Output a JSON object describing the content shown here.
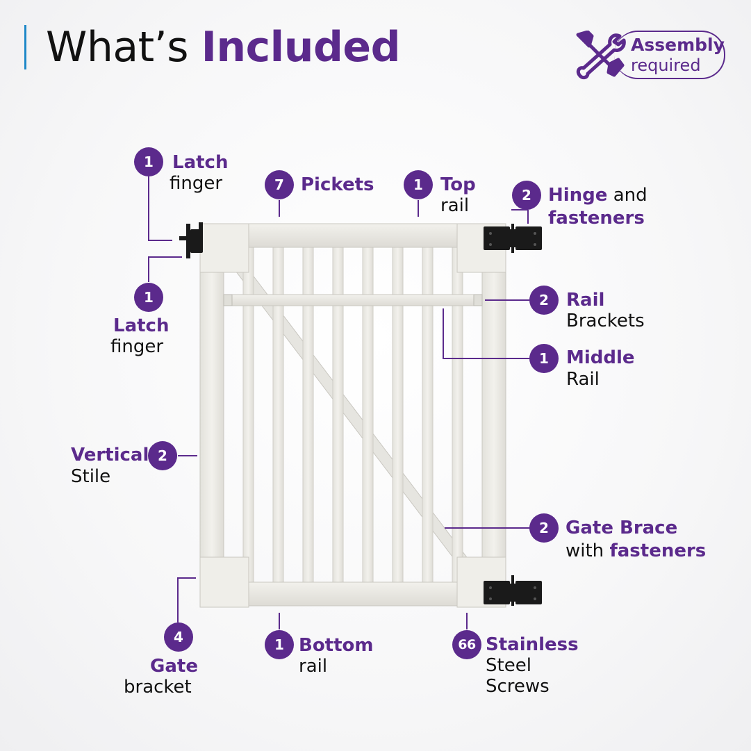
{
  "header": {
    "title_light": "What’s",
    "title_bold": "Included",
    "assembly_line1": "Assembly",
    "assembly_line2": "required"
  },
  "parts": {
    "latch_top": {
      "count": "1",
      "title": "Latch",
      "subtitle": "finger"
    },
    "pickets": {
      "count": "7",
      "title": "Pickets"
    },
    "top_rail": {
      "count": "1",
      "title": "Top",
      "subtitle": "rail"
    },
    "hinge": {
      "count": "2",
      "title": "Hinge",
      "title_suffix": "and",
      "title2": "fasteners"
    },
    "latch_left": {
      "count": "1",
      "title": "Latch",
      "subtitle": "finger"
    },
    "rail_brackets": {
      "count": "2",
      "title": "Rail",
      "subtitle": "Brackets"
    },
    "middle_rail": {
      "count": "1",
      "title": "Middle",
      "subtitle": "Rail"
    },
    "vertical_stile": {
      "count": "2",
      "title": "Vertical",
      "subtitle": "Stile"
    },
    "gate_brace": {
      "count": "2",
      "title": "Gate Brace",
      "subtitle_prefix": "with",
      "subtitle_bold": "fasteners"
    },
    "gate_bracket": {
      "count": "4",
      "title": "Gate",
      "subtitle": "bracket"
    },
    "bottom_rail": {
      "count": "1",
      "title": "Bottom",
      "subtitle": "rail"
    },
    "screws": {
      "count": "66",
      "title": "Stainless",
      "subtitle": "Steel",
      "subtitle2": "Screws"
    }
  },
  "colors": {
    "accent": "#5b2a8c",
    "title_bar": "#1e88c8",
    "vinyl": "#ecebe6",
    "hardware": "#1a1a1a"
  },
  "icons": {
    "assembly": "wrench-screwdriver-icon"
  }
}
